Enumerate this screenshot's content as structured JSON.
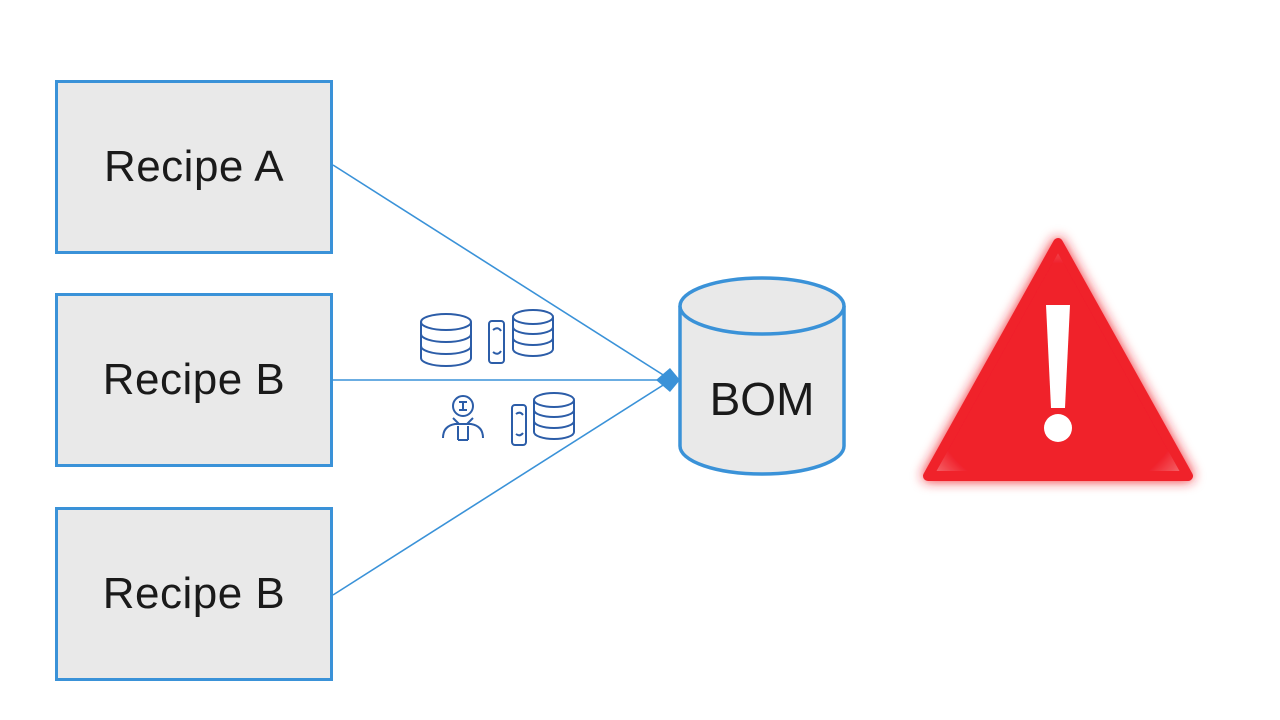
{
  "recipes": [
    {
      "label": "Recipe A"
    },
    {
      "label": "Recipe B"
    },
    {
      "label": "Recipe B"
    }
  ],
  "bom": {
    "label": "BOM"
  },
  "colors": {
    "box_border": "#3a92d8",
    "box_fill": "#e9e9e9",
    "line": "#3a92d8",
    "icon": "#2c5da8",
    "warning": "#f0202a"
  },
  "icons": [
    "database-icon",
    "mobile-sync-icon",
    "database-icon",
    "ai-head-user-icon",
    "mobile-sync-icon",
    "database-icon",
    "warning-triangle-icon"
  ]
}
